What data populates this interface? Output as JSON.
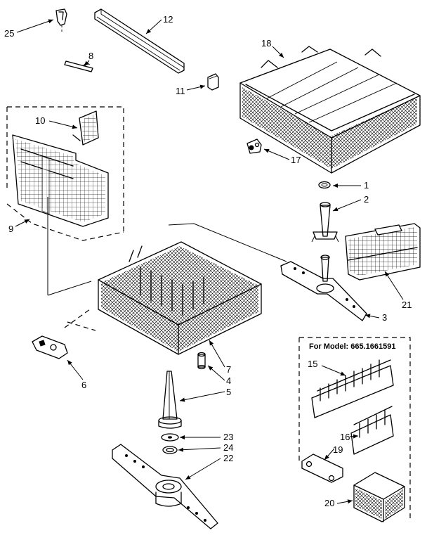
{
  "diagram": {
    "model_label": "For Model: 665.1661591",
    "callouts": {
      "p1": "1",
      "p2": "2",
      "p3": "3",
      "p4": "4",
      "p5": "5",
      "p6": "6",
      "p7": "7",
      "p8": "8",
      "p9": "9",
      "p10": "10",
      "p11": "11",
      "p12": "12",
      "p15": "15",
      "p16": "16",
      "p17": "17",
      "p18": "18",
      "p19": "19",
      "p20": "20",
      "p21": "21",
      "p22": "22",
      "p23": "23",
      "p24": "24",
      "p25": "25"
    }
  }
}
